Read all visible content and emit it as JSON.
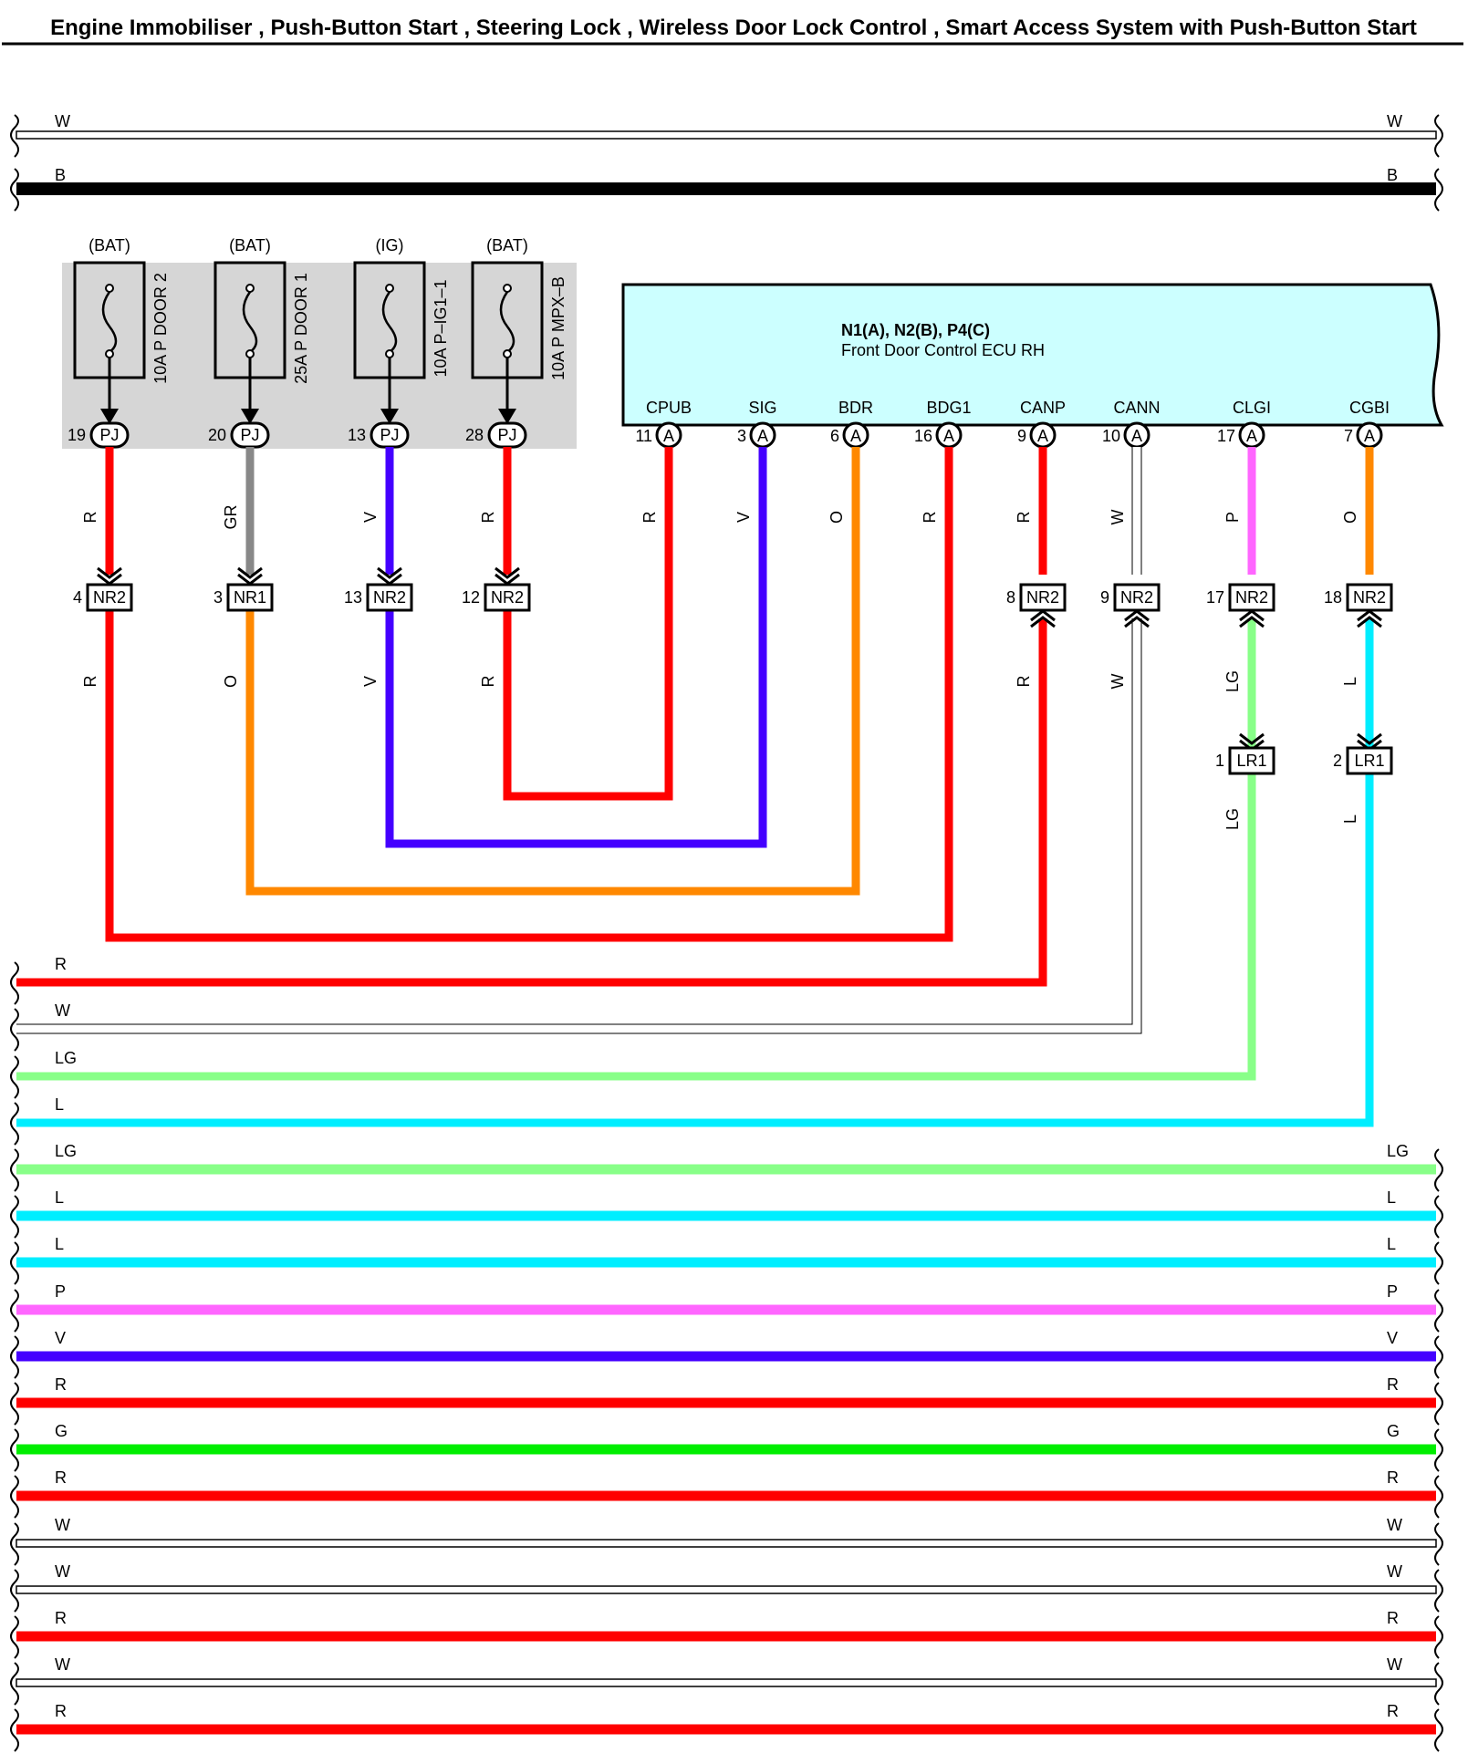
{
  "title": "Engine Immobiliser , Push-Button Start , Steering Lock , Wireless Door Lock Control , Smart Access System with Push-Button Start",
  "colors": {
    "R": "#ff0000",
    "W": "#ffffff",
    "B": "#000000",
    "GR": "#888888",
    "V": "#4400ff",
    "O": "#ff8800",
    "P": "#ff66ff",
    "LG": "#88ff88",
    "L": "#00eeff",
    "G": "#00ee00"
  },
  "top_wires": [
    "W",
    "B"
  ],
  "fuses": [
    {
      "source": "(BAT)",
      "rating": "10A",
      "name": "P DOOR 2",
      "pin": "19",
      "connector": "PJ",
      "upper_wire": "R",
      "jpin": "4",
      "junction": "NR2",
      "lower_wire": "R"
    },
    {
      "source": "(BAT)",
      "rating": "25A",
      "name": "P DOOR 1",
      "pin": "20",
      "connector": "PJ",
      "upper_wire": "GR",
      "jpin": "3",
      "junction": "NR1",
      "lower_wire": "O"
    },
    {
      "source": "(IG)",
      "rating": "10A",
      "name": "P–IG1–1",
      "pin": "13",
      "connector": "PJ",
      "upper_wire": "V",
      "jpin": "13",
      "junction": "NR2",
      "lower_wire": "V"
    },
    {
      "source": "(BAT)",
      "rating": "10A",
      "name": "P MPX–B",
      "pin": "28",
      "connector": "PJ",
      "upper_wire": "R",
      "jpin": "12",
      "junction": "NR2",
      "lower_wire": "R"
    }
  ],
  "ecu": {
    "code": "N1(A), N2(B), P4(C)",
    "name": "Front Door Control ECU RH",
    "terminals": [
      {
        "name": "CPUB",
        "pin": "11",
        "conn": "A",
        "wire": "R"
      },
      {
        "name": "SIG",
        "pin": "3",
        "conn": "A",
        "wire": "V"
      },
      {
        "name": "BDR",
        "pin": "6",
        "conn": "A",
        "wire": "O"
      },
      {
        "name": "BDG1",
        "pin": "16",
        "conn": "A",
        "wire": "R"
      },
      {
        "name": "CANP",
        "pin": "9",
        "conn": "A",
        "wire": "R",
        "jpin": "8",
        "junction": "NR2",
        "lower_wire": "R"
      },
      {
        "name": "CANN",
        "pin": "10",
        "conn": "A",
        "wire": "W",
        "jpin": "9",
        "junction": "NR2",
        "lower_wire": "W"
      },
      {
        "name": "CLGI",
        "pin": "17",
        "conn": "A",
        "wire": "P",
        "jpin": "17",
        "junction": "NR2",
        "lower_wire": "LG",
        "j2pin": "1",
        "junction2": "LR1",
        "bottom_wire": "LG"
      },
      {
        "name": "CGBI",
        "pin": "7",
        "conn": "A",
        "wire": "O",
        "jpin": "18",
        "junction": "NR2",
        "lower_wire": "L",
        "j2pin": "2",
        "junction2": "LR1",
        "bottom_wire": "L"
      }
    ]
  },
  "left_bus": [
    "R",
    "W",
    "LG",
    "L"
  ],
  "bottom_bus": [
    "LG",
    "L",
    "L",
    "P",
    "V",
    "R",
    "G",
    "R",
    "W",
    "W",
    "R",
    "W",
    "R"
  ]
}
